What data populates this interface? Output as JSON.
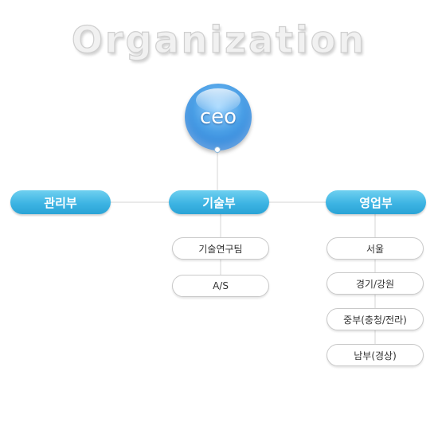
{
  "title": "Organization",
  "ceo": {
    "label": "ceo"
  },
  "departments": [
    {
      "name": "관리부",
      "teams": []
    },
    {
      "name": "기술부",
      "teams": [
        "기술연구팀",
        "A/S"
      ]
    },
    {
      "name": "영업부",
      "teams": [
        "서울",
        "경기/강원",
        "중부(충청/전라)",
        "남부(경상)"
      ]
    }
  ],
  "colors": {
    "department": "#3db4e3",
    "ceo": "#4a9fe6",
    "line": "#d4d4d4",
    "team_border": "#c9c9c9"
  }
}
